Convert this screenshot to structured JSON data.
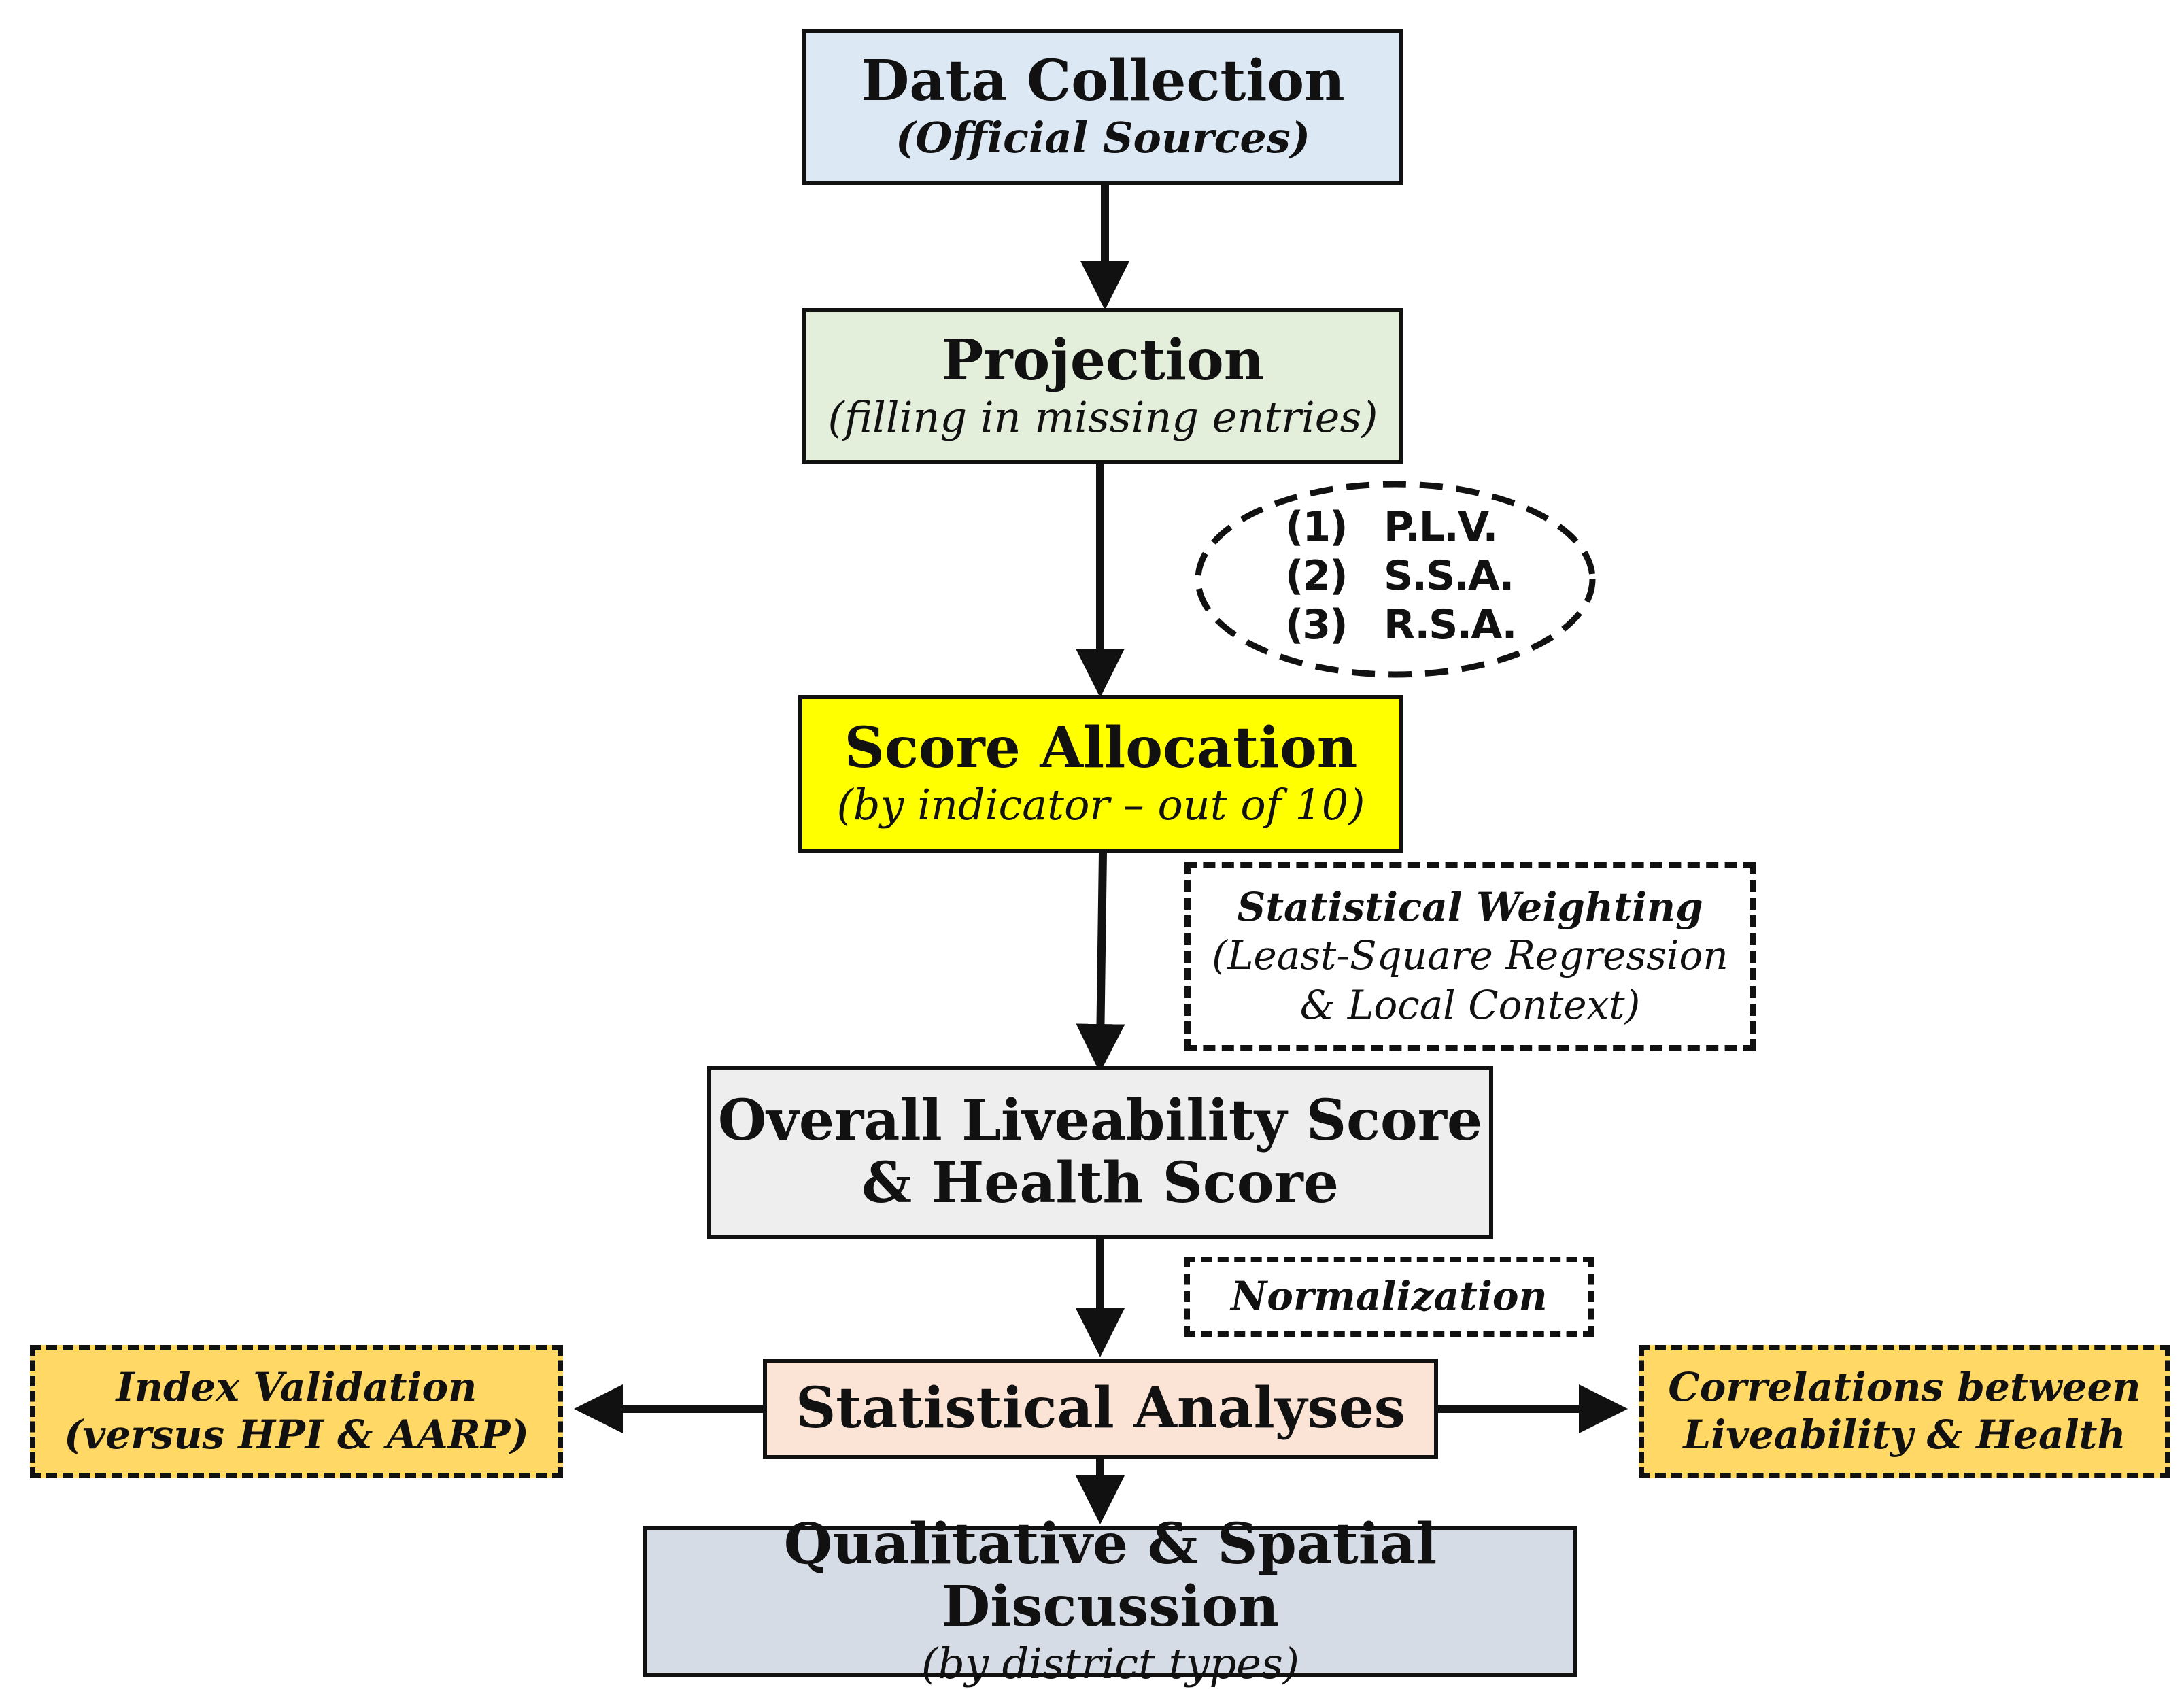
{
  "colors": {
    "data_collection": "#dde8f5",
    "projection": "#e3efdb",
    "score_allocation": "#ffff00",
    "overall": "#eeeeee",
    "statistical_analyses": "#fbe4d6",
    "side_boxes": "#ffd865",
    "qualitative": "#d6dce5"
  },
  "nodes": {
    "data_collection": {
      "title": "Data Collection",
      "sub": "(Official Sources)"
    },
    "projection": {
      "title": "Projection",
      "sub": "(filling in missing entries)"
    },
    "score_allocation": {
      "title": "Score Allocation",
      "sub": "(by indicator – out of 10)"
    },
    "overall": {
      "title_line1": "Overall Liveability Score",
      "title_line2": "& Health Score"
    },
    "statistical_analyses": {
      "title": "Statistical Analyses"
    },
    "qualitative": {
      "title": "Qualitative & Spatial Discussion",
      "sub": "(by district types)"
    }
  },
  "notes": {
    "methods": [
      {
        "num": "(1)",
        "label": "P.L.V."
      },
      {
        "num": "(2)",
        "label": "S.S.A."
      },
      {
        "num": "(3)",
        "label": "R.S.A."
      }
    ],
    "weighting": {
      "title": "Statistical Weighting",
      "line1": "(Least-Square Regression",
      "line2": "& Local Context)"
    },
    "normalization": "Normalization",
    "index_validation": {
      "line1": "Index Validation",
      "line2": "(versus HPI & AARP)"
    },
    "correlations": {
      "line1": "Correlations between",
      "line2": "Liveability & Health"
    }
  }
}
